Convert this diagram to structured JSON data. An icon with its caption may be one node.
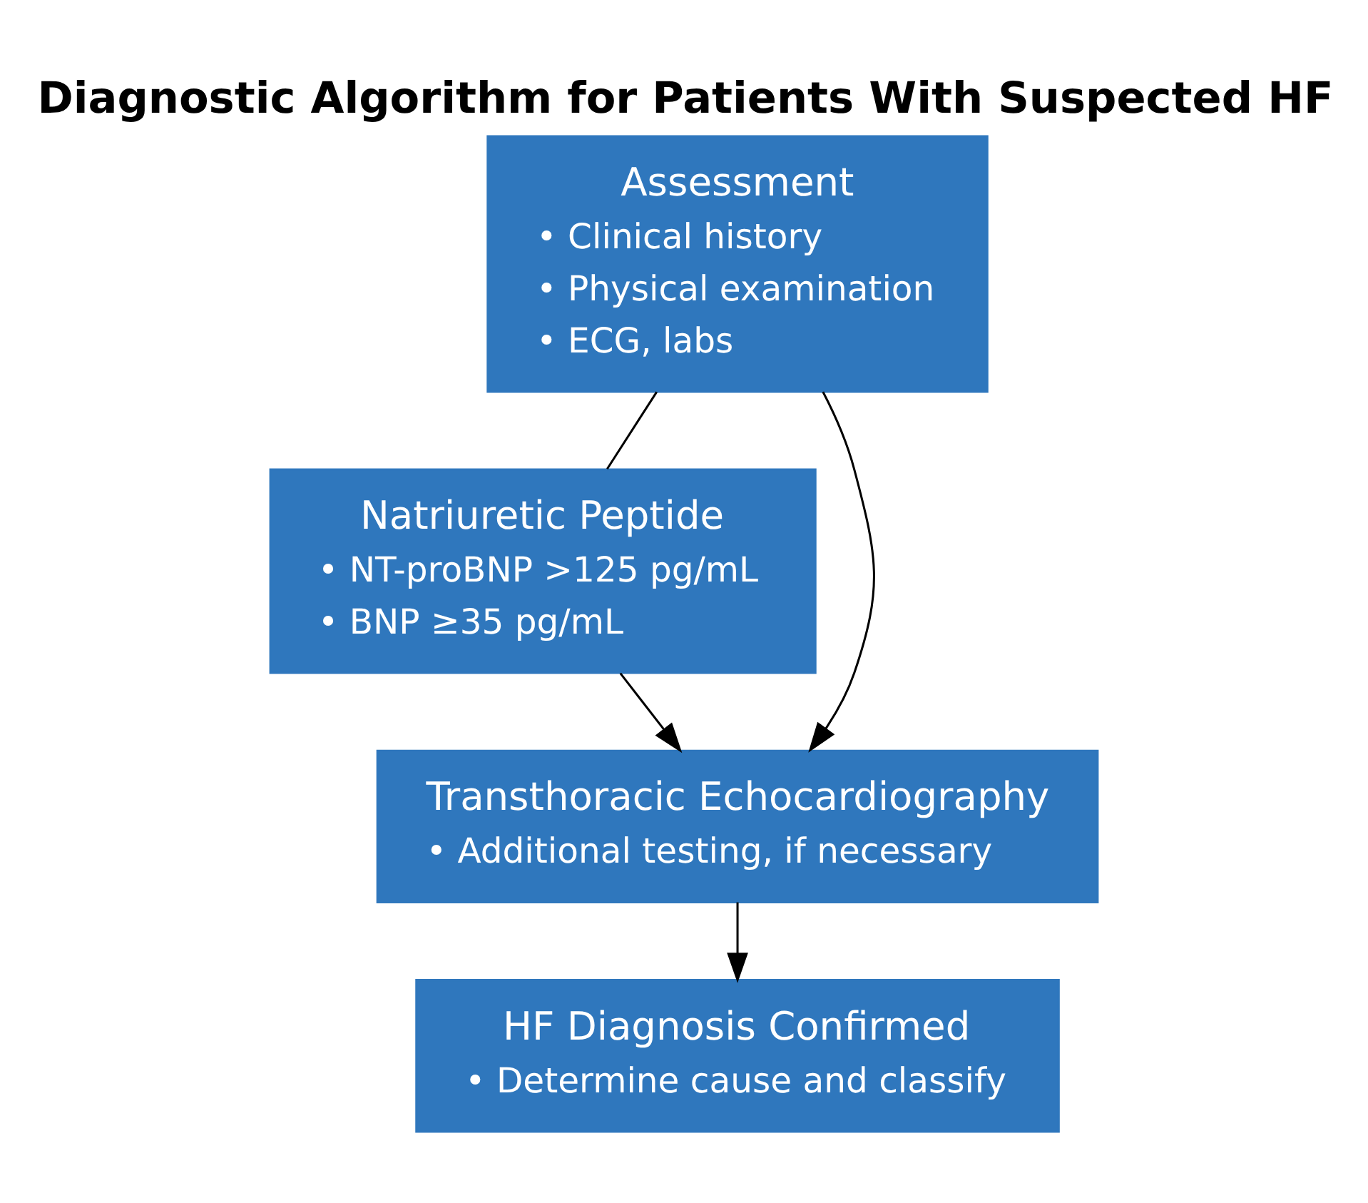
{
  "diagram": {
    "title": "Diagnostic Algorithm for Patients With Suspected HF",
    "nodes": [
      {
        "text": [
          "Assessment",
          "• Clinical history",
          "• Physical examination",
          "• ECG, labs"
        ]
      },
      {
        "text": [
          "Natriuretic Peptide",
          "• NT-proBNP >125 pg/mL",
          "• BNP ≥35 pg/mL"
        ]
      },
      {
        "text": [
          "Transthoracic Echocardiography",
          "• Additional testing, if necessary"
        ]
      },
      {
        "text": [
          "HF Diagnosis Confirmed",
          "• Determine cause and classify"
        ]
      }
    ],
    "edges": [
      {
        "from": 0,
        "to": 1,
        "arrow": "none"
      },
      {
        "from": 0,
        "to": 2,
        "arrow": "to"
      },
      {
        "from": 1,
        "to": 2,
        "arrow": "to"
      },
      {
        "from": 2,
        "to": 3,
        "arrow": "to"
      }
    ]
  }
}
